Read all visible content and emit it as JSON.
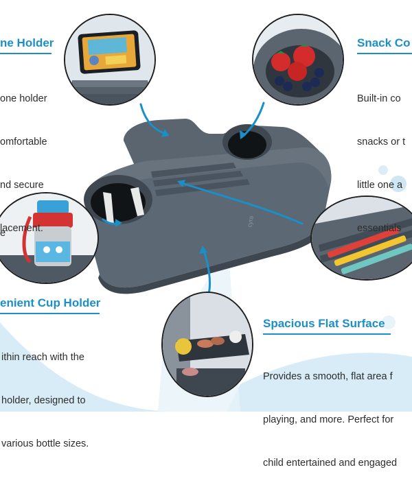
{
  "features": [
    {
      "title": "ne Holder",
      "lines": [
        "one holder",
        "omfortable",
        "nd secure",
        "lacement."
      ]
    },
    {
      "title": "Snack Co",
      "lines": [
        "Built-in co",
        "snacks or t",
        "little one a",
        "essentials"
      ]
    },
    {
      "title": "enient Cup Holder",
      "lines": [
        "ithin reach with the",
        "holder, designed to",
        "various bottle sizes."
      ]
    },
    {
      "title": "Spacious Flat Surface",
      "lines": [
        "Provides a smooth, flat area f",
        "playing, and more. Perfect for",
        "child entertained and engaged"
      ]
    }
  ],
  "partial_text": "e",
  "tray_logo": "cyra",
  "icons": [
    "phone-holder-illustration",
    "snack-bowl-illustration",
    "cup-holder-illustration",
    "crayon-groove-illustration",
    "stroller-tray-illustration"
  ],
  "colors": {
    "accent": "#1a8fc8",
    "tray": "#545f6a",
    "wave": "#d5eaf5"
  }
}
